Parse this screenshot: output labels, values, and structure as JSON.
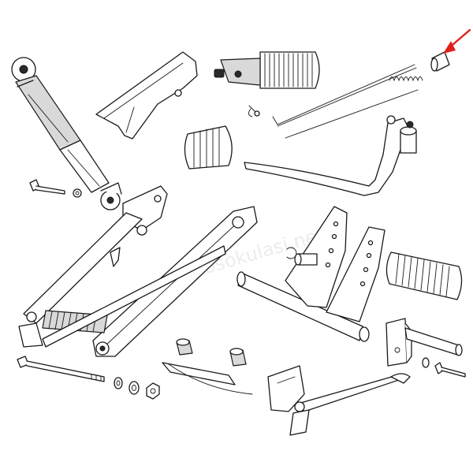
{
  "diagram": {
    "watermark": "autosokulasi.net",
    "highlight_color": "#e0201b",
    "line_color": "#1a1a1a",
    "shade_color": "#d9d9d9",
    "parts": [
      "shock-absorber",
      "chain-guard",
      "footrest-rubber",
      "brake-rod",
      "footrest-pad",
      "spring",
      "bushing",
      "swing-arm",
      "axle-bolt",
      "brake-pedal",
      "footrest-bracket",
      "gearshift-lever",
      "side-stand",
      "spacer-bushings",
      "washers",
      "nuts",
      "cotter-pin",
      "circlip"
    ]
  }
}
